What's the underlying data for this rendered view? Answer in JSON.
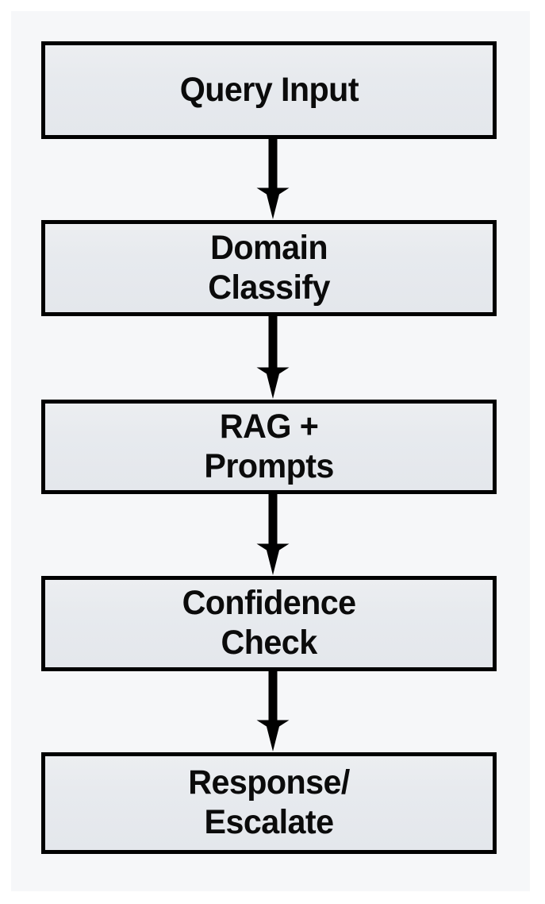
{
  "diagram": {
    "type": "flowchart",
    "orientation": "vertical-top-down",
    "background_color": "#f6f7f9",
    "node_fill_color": "#e7eaee",
    "node_border_color": "#010101",
    "text_color": "#0b0b0b",
    "connector_color": "#010101",
    "nodes": [
      {
        "id": "query-input",
        "label": "Query Input"
      },
      {
        "id": "domain-classify",
        "label": "Domain\nClassify"
      },
      {
        "id": "rag-prompts",
        "label": "RAG +\nPrompts"
      },
      {
        "id": "confidence-check",
        "label": "Confidence\nCheck"
      },
      {
        "id": "response-escalate",
        "label": "Response/\nEscalate"
      }
    ],
    "connectors": [
      {
        "from": "query-input",
        "to": "domain-classify",
        "icon": "arrow-down-icon"
      },
      {
        "from": "domain-classify",
        "to": "rag-prompts",
        "icon": "arrow-down-icon"
      },
      {
        "from": "rag-prompts",
        "to": "confidence-check",
        "icon": "arrow-down-icon"
      },
      {
        "from": "confidence-check",
        "to": "response-escalate",
        "icon": "arrow-down-icon"
      }
    ]
  }
}
